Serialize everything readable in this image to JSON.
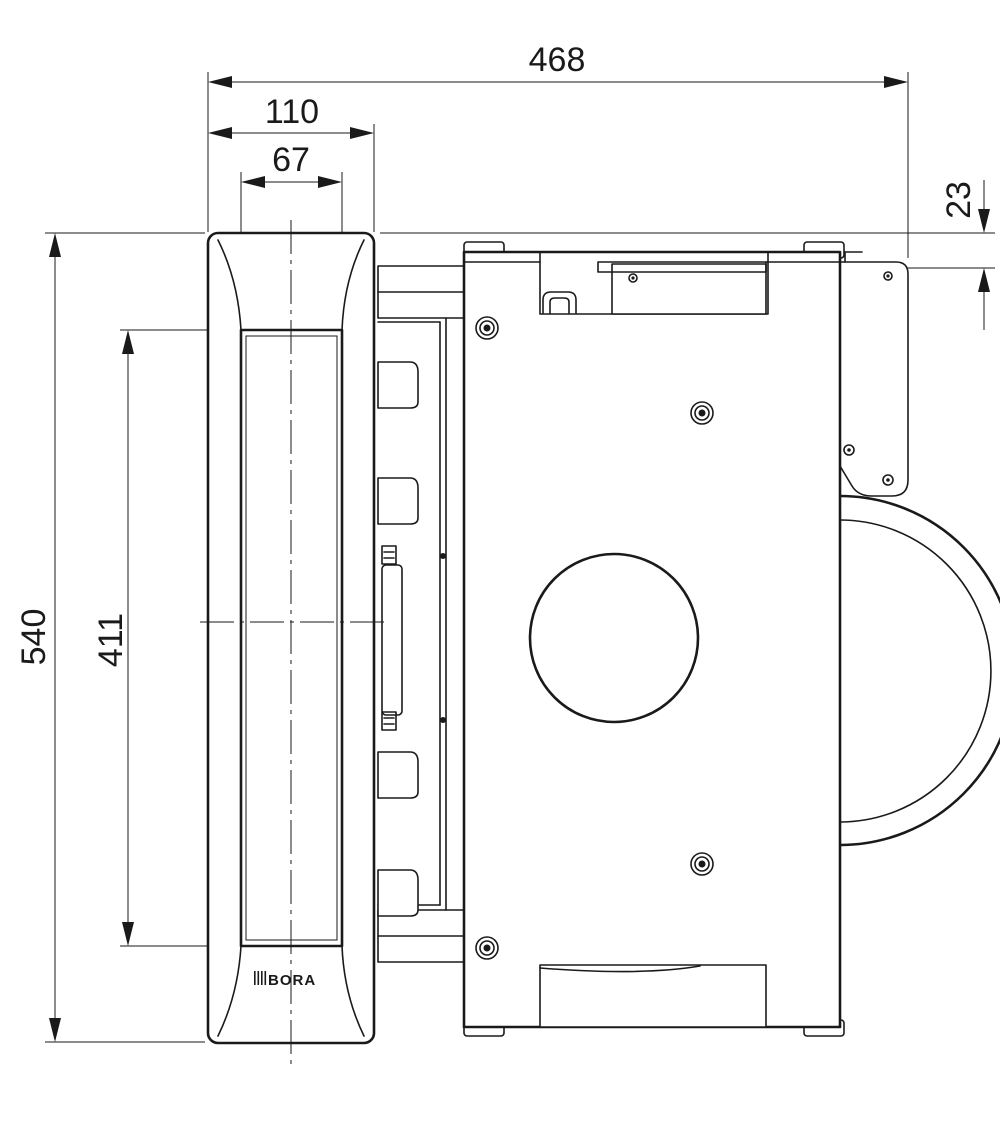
{
  "dimensions": {
    "overall_width": "468",
    "front_panel_width": "110",
    "front_opening_width": "67",
    "top_offset": "23",
    "overall_height": "540",
    "opening_height": "411"
  },
  "logo": {
    "text": "BORA"
  },
  "colors": {
    "line": "#1a1a1a",
    "background": "#ffffff"
  }
}
